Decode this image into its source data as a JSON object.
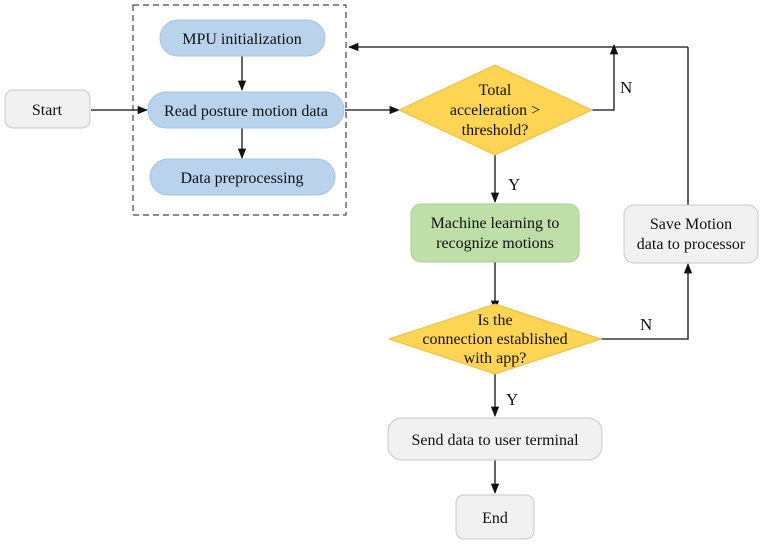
{
  "colors": {
    "terminal_fill": "#f1f1f1",
    "terminal_stroke": "#c8c8c8",
    "process_blue_fill": "#b9d3ec",
    "process_blue_stroke": "#a6c3e2",
    "decision_fill": "#fdd553",
    "decision_stroke": "#e8bf3e",
    "process_green_fill": "#bfdfa8",
    "process_green_stroke": "#a9cc92",
    "line": "#111111",
    "group_border": "#444444"
  },
  "nodes": {
    "start": {
      "line1": "Start"
    },
    "mpu_init": {
      "line1": "MPU initialization"
    },
    "read_posture": {
      "line1": "Read posture motion data"
    },
    "data_preprocessing": {
      "line1": "Data preprocessing"
    },
    "threshold_decision": {
      "line1": "Total",
      "line2": "acceleration >",
      "line3": "threshold?"
    },
    "machine_learning": {
      "line1": "Machine learning to",
      "line2": "recognize motions"
    },
    "connection_decision": {
      "line1": "Is the",
      "line2": "connection established",
      "line3": "with app?"
    },
    "save_motion": {
      "line1": "Save Motion",
      "line2": "data to processor"
    },
    "send_data": {
      "line1": "Send data to user terminal"
    },
    "end": {
      "line1": "End"
    }
  },
  "edge_labels": {
    "threshold_no": "N",
    "threshold_yes": "Y",
    "connection_no": "N",
    "connection_yes": "Y"
  }
}
